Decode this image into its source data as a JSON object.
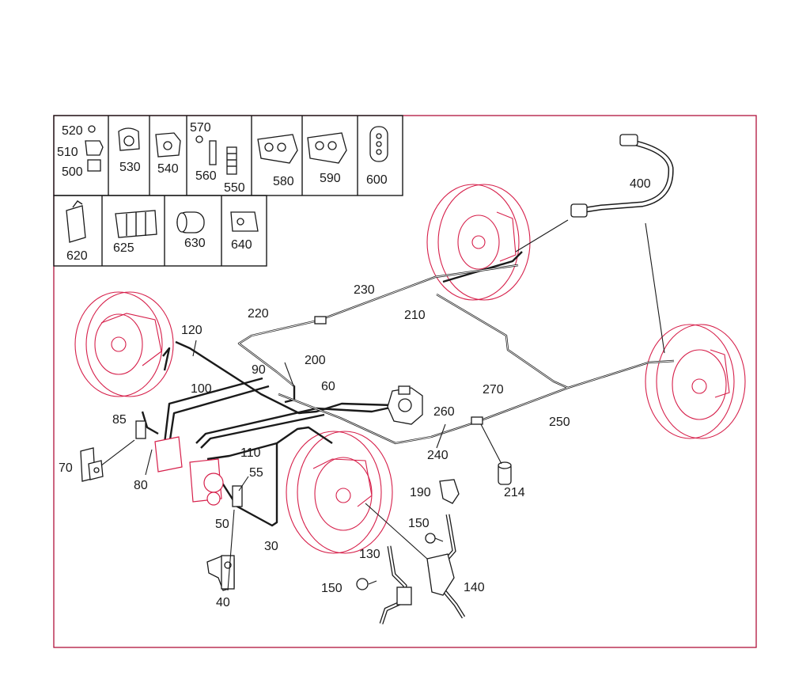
{
  "labels": {
    "l520": "520",
    "l510": "510",
    "l500": "500",
    "l530": "530",
    "l540": "540",
    "l570": "570",
    "l560": "560",
    "l550": "550",
    "l580": "580",
    "l590": "590",
    "l600": "600",
    "l620": "620",
    "l625": "625",
    "l630": "630",
    "l640": "640",
    "l400": "400",
    "l230": "230",
    "l220": "220",
    "l210": "210",
    "l120": "120",
    "l200": "200",
    "l90": "90",
    "l100": "100",
    "l60": "60",
    "l270": "270",
    "l260": "260",
    "l250": "250",
    "l85": "85",
    "l70": "70",
    "l80": "80",
    "l110": "110",
    "l240": "240",
    "l214": "214",
    "l55": "55",
    "l50": "50",
    "l30": "30",
    "l40": "40",
    "l190": "190",
    "l150a": "150",
    "l130": "130",
    "l150b": "150",
    "l140": "140"
  },
  "colors": {
    "frame": "#b0123c",
    "wheel": "#d61f4a",
    "line": "#1a1a1a"
  }
}
